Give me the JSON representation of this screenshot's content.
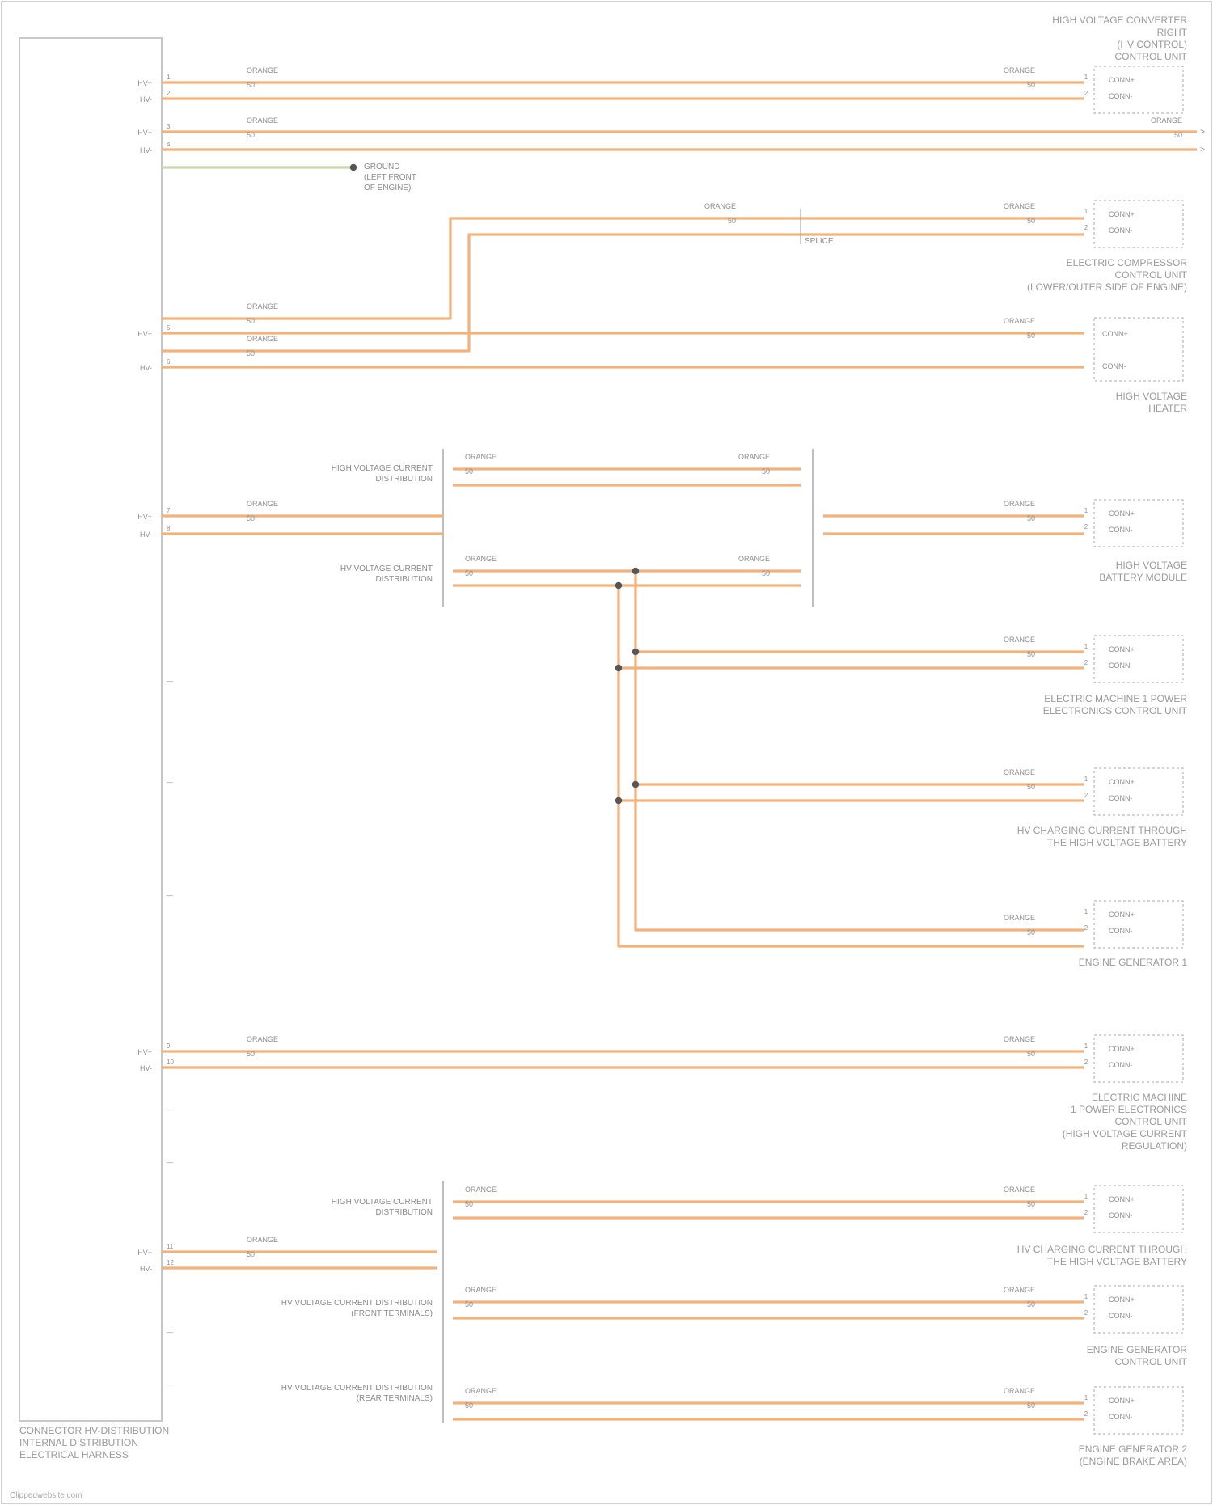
{
  "diagram": {
    "module": "CONNECTOR HV-DISTRIBUTION\nINTERNAL DISTRIBUTION\nELECTRICAL HARNESS",
    "wire_colors": {
      "main": "#f2b27a",
      "ground": "#c8d8a6",
      "splice": "#555555",
      "frame": "#c8c8c8"
    },
    "components": {
      "c1": "HIGH VOLTAGE CONVERTER\nRIGHT\n(HV CONTROL)\nCONTROL UNIT",
      "c2": "ELECTRIC COMPRESSOR\nCONTROL UNIT\n(LOWER/OUTER SIDE OF ENGINE)",
      "c3": "HIGH VOLTAGE\nHEATER",
      "c4": "HIGH VOLTAGE\nBATTERY MODULE",
      "c5": "ELECTRIC MACHINE 1 POWER\nELECTRONICS CONTROL UNIT",
      "c6": "HV CHARGING CURRENT THROUGH\nTHE HIGH VOLTAGE BATTERY",
      "c7": "ENGINE GENERATOR 1",
      "c8": "ELECTRIC MACHINE\n1 POWER ELECTRONICS\nCONTROL UNIT\n(HIGH VOLTAGE CURRENT\nREGULATION)",
      "c9": "HV CHARGING CURRENT THROUGH\nTHE HIGH VOLTAGE BATTERY",
      "c10": "ENGINE GENERATOR\nCONTROL UNIT",
      "c11": "ENGINE GENERATOR 2\n(ENGINE BRAKE AREA)"
    },
    "ground": "GROUND\n(LEFT FRONT\nOF ENGINE)",
    "splice": "SPLICE",
    "splitters": {
      "s1": "HIGH VOLTAGE CURRENT\nDISTRIBUTION",
      "s2": "HV VOLTAGE CURRENT\nDISTRIBUTION",
      "s3": "HIGH VOLTAGE CURRENT\nDISTRIBUTION",
      "s4": "HV VOLTAGE CURRENT DISTRIBUTION\n(FRONT TERMINALS)",
      "s5": "HV VOLTAGE CURRENT DISTRIBUTION\n(REAR TERMINALS)"
    },
    "wire_label": "ORANGE",
    "wire_gauge": "50",
    "pin_pos": "HV+",
    "pin_neg": "HV-",
    "terminal_pos": "CONN+",
    "terminal_neg": "CONN-",
    "source": "Clippedwebsite.com"
  }
}
